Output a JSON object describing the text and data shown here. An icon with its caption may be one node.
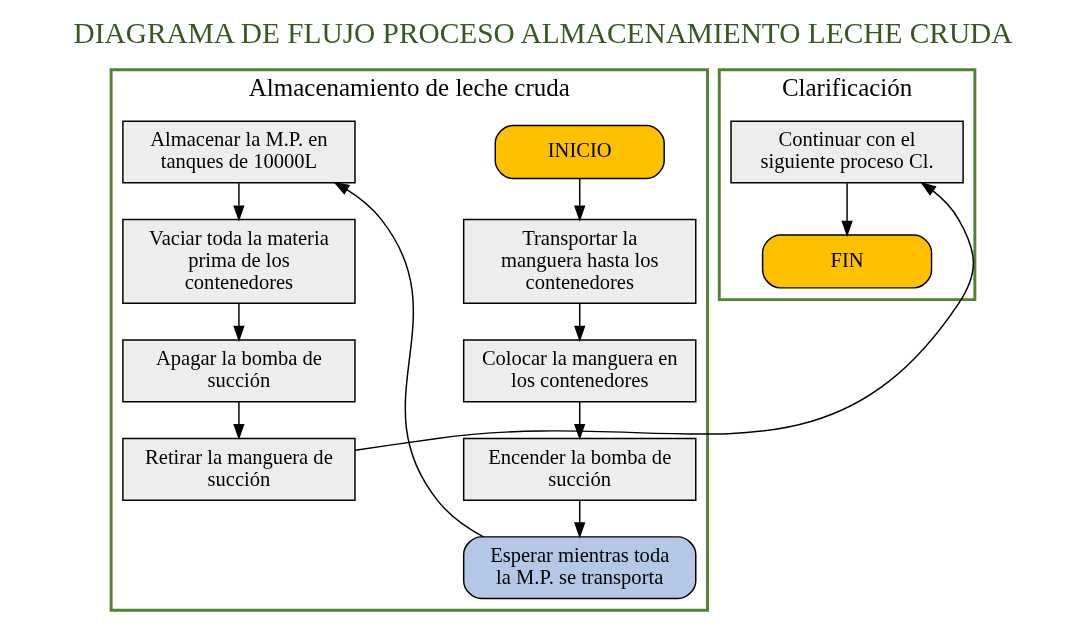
{
  "diagram": {
    "title": "DIAGRAMA DE FLUJO PROCESO ALMACENAMIENTO LECHE CRUDA",
    "nodes": [
      {
        "text": [
          "Almacenamiento de leche cruda"
        ]
      },
      {
        "text": [
          "INICIO"
        ],
        "in": 0
      },
      {
        "text": [
          "Transportar la manguera hasta los contenedores"
        ],
        "in": 0
      },
      {
        "text": [
          "Colocar la manguera en los contenedores"
        ],
        "in": 0
      },
      {
        "text": [
          "Encender la bomba de succión"
        ],
        "in": 0
      },
      {
        "text": [
          "Esperar mientras toda la M.P. se transporta"
        ],
        "in": 0
      },
      {
        "text": [
          "Almacenar la M.P. en tanques de 10000L"
        ],
        "in": 0
      },
      {
        "text": [
          "Vaciar toda la materia prima de los contenedores"
        ],
        "in": 0
      },
      {
        "text": [
          "Apagar la bomba de succión"
        ],
        "in": 0
      },
      {
        "text": [
          "Retirar la manguera de succión"
        ],
        "in": 0
      },
      {
        "text": [
          "Clarificación"
        ]
      },
      {
        "text": [
          "Continuar con el siguiente proceso Cl."
        ],
        "in": 10
      },
      {
        "text": [
          "FIN"
        ],
        "in": 10
      }
    ],
    "edges": [
      {
        "from": 1,
        "to": 2,
        "arrow": "to"
      },
      {
        "from": 2,
        "to": 3,
        "arrow": "to"
      },
      {
        "from": 3,
        "to": 4,
        "arrow": "to"
      },
      {
        "from": 4,
        "to": 5,
        "arrow": "to"
      },
      {
        "from": 5,
        "to": 6,
        "arrow": "to"
      },
      {
        "from": 6,
        "to": 7,
        "arrow": "to"
      },
      {
        "from": 7,
        "to": 8,
        "arrow": "to"
      },
      {
        "from": 8,
        "to": 9,
        "arrow": "to"
      },
      {
        "from": 9,
        "to": 11,
        "arrow": "to"
      },
      {
        "from": 11,
        "to": 12,
        "arrow": "to"
      }
    ]
  }
}
